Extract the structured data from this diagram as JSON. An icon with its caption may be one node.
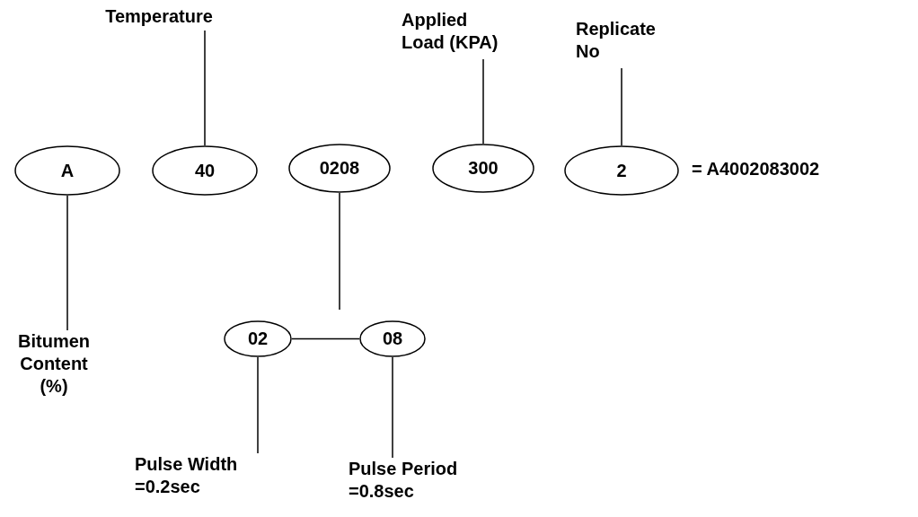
{
  "diagram": {
    "nodes": [
      {
        "text": [
          "Temperature"
        ]
      },
      {
        "text": [
          "Applied Load (KPA)"
        ]
      },
      {
        "text": [
          "Replicate No"
        ]
      },
      {
        "text": [
          "A"
        ]
      },
      {
        "text": [
          "40"
        ]
      },
      {
        "text": [
          "0208"
        ]
      },
      {
        "text": [
          "300"
        ]
      },
      {
        "text": [
          "2"
        ]
      },
      {
        "text": [
          "Bitumen Content (%)"
        ]
      },
      {
        "text": [
          "02"
        ]
      },
      {
        "text": [
          "08"
        ]
      },
      {
        "text": [
          "Pulse Width =0.2sec"
        ]
      },
      {
        "text": [
          "Pulse Period =0.8sec"
        ]
      }
    ],
    "edges": [
      {
        "from": 0,
        "to": 4,
        "arrow": "none"
      },
      {
        "from": 1,
        "to": 6,
        "arrow": "none"
      },
      {
        "from": 2,
        "to": 7,
        "arrow": "none"
      },
      {
        "from": 3,
        "to": 8,
        "arrow": "none"
      },
      {
        "from": 5,
        "to": null,
        "arrow": "none"
      },
      {
        "from": 9,
        "to": 10,
        "arrow": "none"
      },
      {
        "from": 9,
        "to": 11,
        "arrow": "none"
      },
      {
        "from": 10,
        "to": 12,
        "arrow": "none"
      }
    ],
    "labels": [
      "= A4002083002"
    ]
  }
}
